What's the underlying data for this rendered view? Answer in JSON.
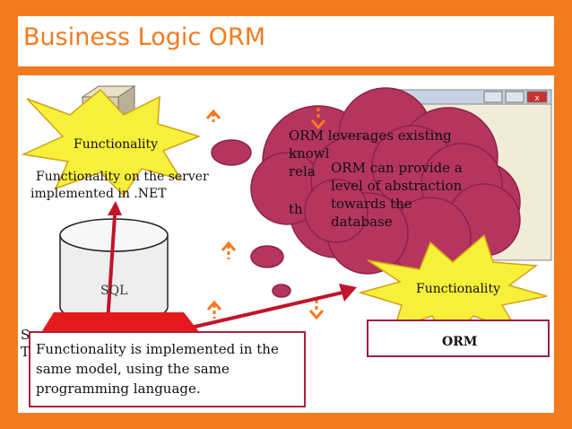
{
  "slide": {
    "title": "Business Logic ORM",
    "server_label_line1": "Functionality on the server",
    "server_label_line2": "implemented in .NET",
    "db_label": "SQL",
    "burst_left_label": "Functionality",
    "burst_right_label": "Functionality",
    "orm_box_label": "ORM",
    "bubble_back_line1": "ORM leverages existing",
    "bubble_back_line2": "knowl",
    "bubble_back_line3": "rela",
    "bubble_back_line4": "th",
    "bubble_front_line1": "ORM can provide a",
    "bubble_front_line2": "level of abstraction",
    "bubble_front_line3": "towards the",
    "bubble_front_line4": "database",
    "callout_line1": "Functionality is implemented in the",
    "callout_line2": "same model, using the same",
    "callout_line3": "programming language.",
    "edge_char_1": "S",
    "edge_char_2": "T",
    "colors": {
      "background": "#f47a1f",
      "title": "#f47a1f",
      "cloud": "#b5355e",
      "burst": "#f6f03a",
      "arrow": "#c0152a",
      "orm_border": "#9b1e4a"
    }
  }
}
